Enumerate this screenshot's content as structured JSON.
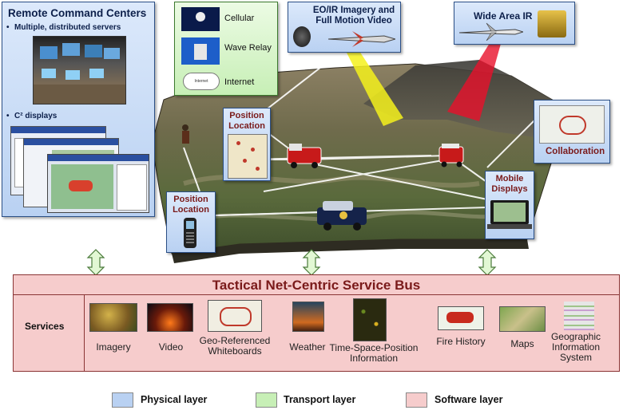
{
  "remote_command": {
    "title": "Remote Command Centers",
    "bullet1": "Multiple, distributed servers",
    "bullet2": "C² displays"
  },
  "transport": {
    "items": [
      "Cellular",
      "Wave Relay",
      "Internet"
    ],
    "internet_cloud_text": "Internet"
  },
  "callouts": {
    "eo_ir": "EO/IR Imagery and Full Motion Video",
    "wide_area_ir": "Wide Area IR",
    "position_location_top": "Position Location",
    "position_location_bottom": "Position Location",
    "collaboration": "Collaboration",
    "mobile_displays": "Mobile Displays"
  },
  "bus": {
    "title": "Tactical Net-Centric Service Bus",
    "services_label": "Services",
    "services": [
      "Imagery",
      "Video",
      "Geo-Referenced Whiteboards",
      "Weather",
      "Time-Space-Position Information",
      "Fire History",
      "Maps",
      "Geographic Information System"
    ]
  },
  "legend": {
    "physical": "Physical layer",
    "transport": "Transport layer",
    "software": "Software layer"
  },
  "colors": {
    "physical": "#b9d1f2",
    "transport": "#c7efb6",
    "software": "#f6cccc",
    "maroon": "#7a1a1a"
  }
}
